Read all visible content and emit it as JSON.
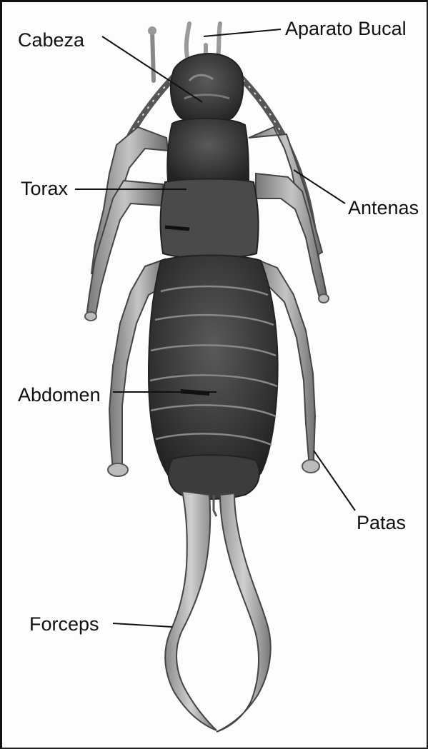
{
  "labels": {
    "cabeza": "Cabeza",
    "aparato_bucal": "Aparato Bucal",
    "torax": "Torax",
    "antenas": "Antenas",
    "abdomen": "Abdomen",
    "patas": "Patas",
    "forceps": "Forceps"
  },
  "colors": {
    "body_dark": "#3a3a3a",
    "body_mid": "#6e6e6e",
    "body_light": "#a9a9a9",
    "leader_line": "#111111"
  }
}
